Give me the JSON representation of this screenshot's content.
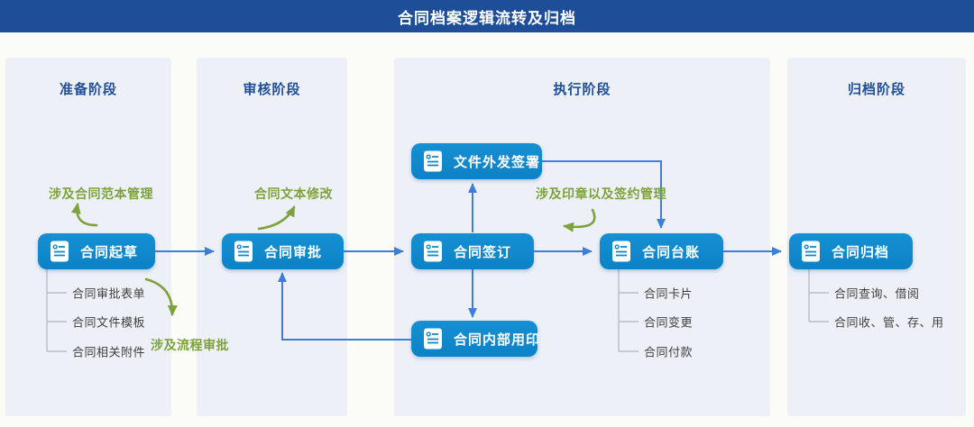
{
  "title": "合同档案逻辑流转及归档",
  "stages": [
    {
      "label": "准备阶段"
    },
    {
      "label": "审核阶段"
    },
    {
      "label": "执行阶段"
    },
    {
      "label": "归档阶段"
    }
  ],
  "nodes": {
    "draft": {
      "label": "合同起草"
    },
    "approve": {
      "label": "合同审批"
    },
    "external_sign": {
      "label": "文件外发签署"
    },
    "sign": {
      "label": "合同签订"
    },
    "internal_seal": {
      "label": "合同内部用印"
    },
    "ledger": {
      "label": "合同台账"
    },
    "archive": {
      "label": "合同归档"
    }
  },
  "sub_items": {
    "draft": [
      "合同审批表单",
      "合同文件模板",
      "合同相关附件"
    ],
    "ledger": [
      "合同卡片",
      "合同变更",
      "合同付款"
    ],
    "archive": [
      "合同查询、借阅",
      "合同收、管、存、用"
    ]
  },
  "annotations": {
    "template_mgmt": "涉及合同范本管理",
    "process_approval": "涉及流程审批",
    "text_revision": "合同文本修改",
    "seal_mgmt": "涉及印章以及签约管理"
  },
  "colors": {
    "header_bg": "#1d4e97",
    "column_bg": "#eef0f8",
    "node_bg": "#0f86c9",
    "stage_text": "#1f4e96",
    "flow_arrow": "#3d7edd",
    "annotation_green": "#7da23b",
    "sub_item_text": "#3f3f3f",
    "connector_gray": "#b9bcc4"
  }
}
